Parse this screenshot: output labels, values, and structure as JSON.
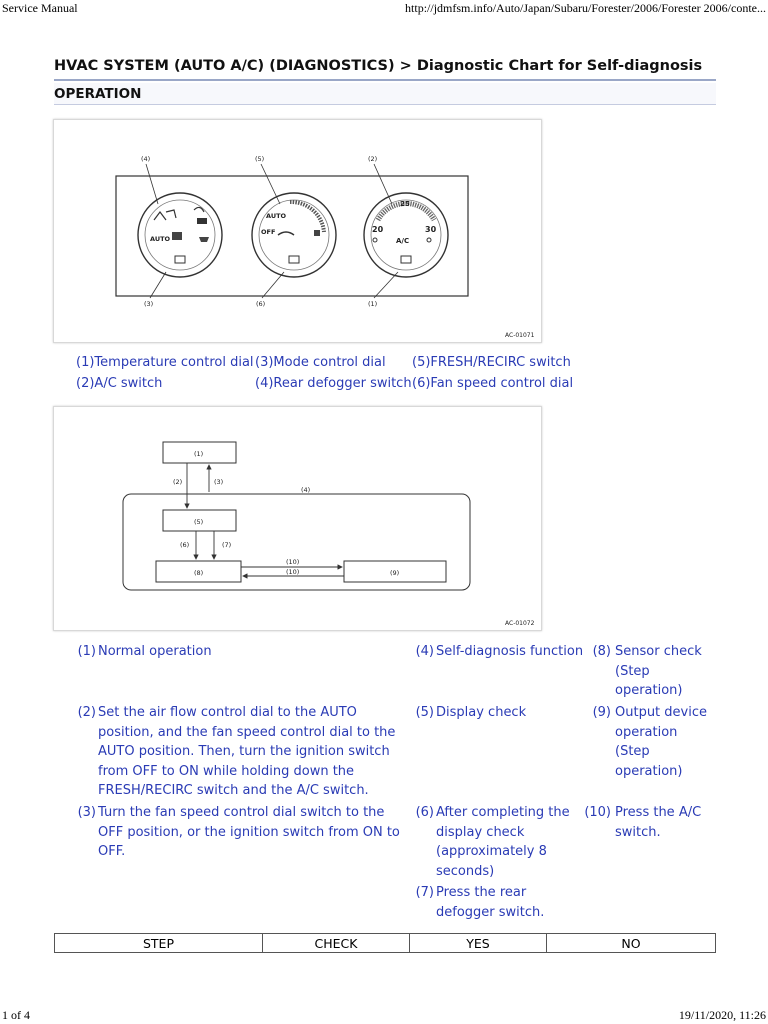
{
  "browser": {
    "header_left": "Service Manual",
    "header_right": "http://jdmfsm.info/Auto/Japan/Subaru/Forester/2006/Forester 2006/conte...",
    "footer_left": "1 of 4",
    "footer_right": "19/11/2020, 11:26"
  },
  "page": {
    "title": "HVAC SYSTEM (AUTO A/C) (DIAGNOSTICS) > Diagnostic Chart for Self-diagnosis",
    "section": "OPERATION"
  },
  "figure1": {
    "code": "AC-01071",
    "callouts": [
      "(4)",
      "(5)",
      "(2)",
      "(3)",
      "(6)",
      "(1)"
    ],
    "dial_labels": {
      "auto": "AUTO",
      "off": "OFF",
      "t25": "25",
      "t20": "20",
      "t30": "30",
      "ac": "A/C"
    }
  },
  "legend1": [
    {
      "num": "(1)",
      "text": "Temperature control dial"
    },
    {
      "num": "(3)",
      "text": "Mode control dial"
    },
    {
      "num": "(5)",
      "text": "FRESH/RECIRC switch"
    },
    {
      "num": "(2)",
      "text": "A/C switch"
    },
    {
      "num": "(4)",
      "text": "Rear defogger switch"
    },
    {
      "num": "(6)",
      "text": "Fan speed control dial"
    }
  ],
  "figure2": {
    "code": "AC-01072",
    "labels": [
      "(1)",
      "(2)",
      "(3)",
      "(4)",
      "(5)",
      "(6)",
      "(7)",
      "(8)",
      "(9)",
      "(10)",
      "(10)"
    ]
  },
  "legend2": [
    {
      "num": "(1)",
      "text": "Normal operation"
    },
    {
      "num": "(4)",
      "text": "Self-diagnosis function"
    },
    {
      "num": "(8)",
      "text": "Sensor check (Step operation)"
    },
    {
      "num": "(2)",
      "text": "Set the air flow control dial to the AUTO position, and the fan speed control dial to the AUTO position. Then, turn the ignition switch from OFF to ON while holding down the FRESH/RECIRC switch and the A/C switch."
    },
    {
      "num": "(5)",
      "text": "Display check"
    },
    {
      "num": "(9)",
      "text": "Output device operation (Step operation)"
    },
    {
      "num": "(3)",
      "text": "Turn the fan speed control dial switch to the OFF position, or the ignition switch from ON to OFF."
    },
    {
      "num": "(6)",
      "text": "After completing the display check (approximately 8 seconds)"
    },
    {
      "num": "(10)",
      "text": "Press the A/C switch."
    },
    {
      "num": "(7)",
      "text": "Press the rear defogger switch."
    }
  ],
  "table": {
    "headers": [
      "STEP",
      "CHECK",
      "YES",
      "NO"
    ]
  }
}
